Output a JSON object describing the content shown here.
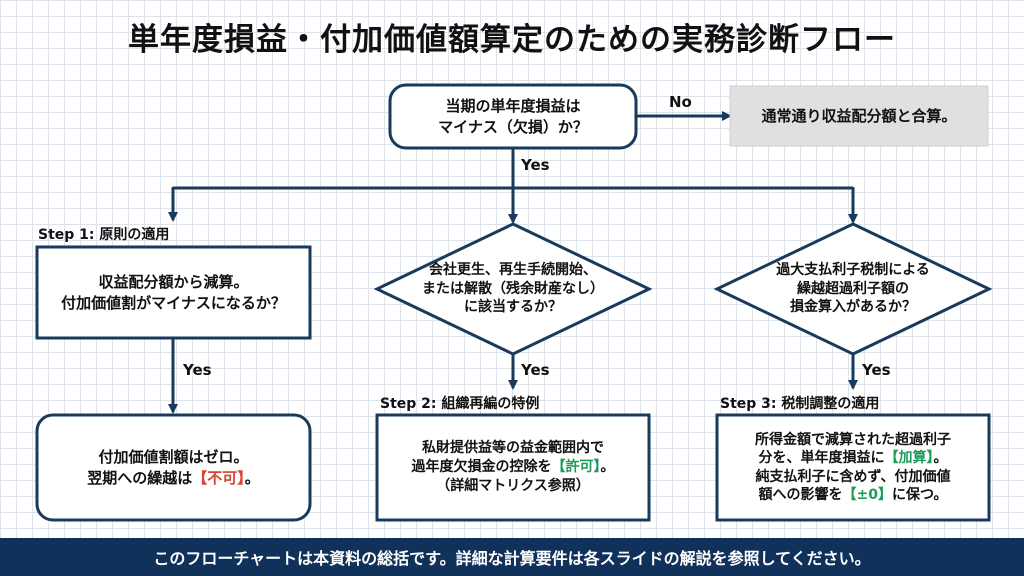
{
  "title": "単年度損益・付加価値額算定のための実務診断フロー",
  "start": {
    "line1": "当期の単年度損益は",
    "line2": "マイナス（欠損）か？"
  },
  "no_label": "No",
  "no_result": "通常通り収益配分額と合算。",
  "yes_label": "Yes",
  "step1": {
    "heading": "Step 1: 原則の適用",
    "box_line1": "収益配分額から減算。",
    "box_line2": "付加価値割がマイナスになるか？",
    "yes": "Yes",
    "result_line1": "付加価値割額はゼロ。",
    "result_line2_pre": "翌期への繰越は",
    "result_line2_hl": "【不可】",
    "result_line2_post": "。"
  },
  "step2": {
    "diamond_line1": "会社更生、再生手続開始、",
    "diamond_line2": "または解散（残余財産なし）",
    "diamond_line3": "に該当するか？",
    "yes": "Yes",
    "heading": "Step 2: 組織再編の特例",
    "result_line1": "私財提供益等の益金範囲内で",
    "result_line2_pre": "過年度欠損金の控除を",
    "result_line2_hl": "【許可】",
    "result_line2_post": "。",
    "result_line3": "（詳細マトリクス参照）"
  },
  "step3": {
    "diamond_line1": "過大支払利子税制による",
    "diamond_line2": "繰越超過利子額の",
    "diamond_line3": "損金算入があるか？",
    "yes": "Yes",
    "heading": "Step 3: 税制調整の適用",
    "result_line1": "所得金額で減算された超過利子",
    "result_line2_pre": "分を、単年度損益に",
    "result_line2_hl": "【加算】",
    "result_line2_post": "。",
    "result_line3": "純支払利子に含めず、付加価値",
    "result_line4_pre": "額への影響を",
    "result_line4_hl": "【±0】",
    "result_line4_post": "に保つ。"
  },
  "footer": "このフローチャートは本資料の総括です。詳細な計算要件は各スライドの解説を参照してください。",
  "colors": {
    "navy": "#10315a",
    "red": "#d9432f",
    "green": "#1e9b5a",
    "gray_box": "#e0e0e0"
  }
}
